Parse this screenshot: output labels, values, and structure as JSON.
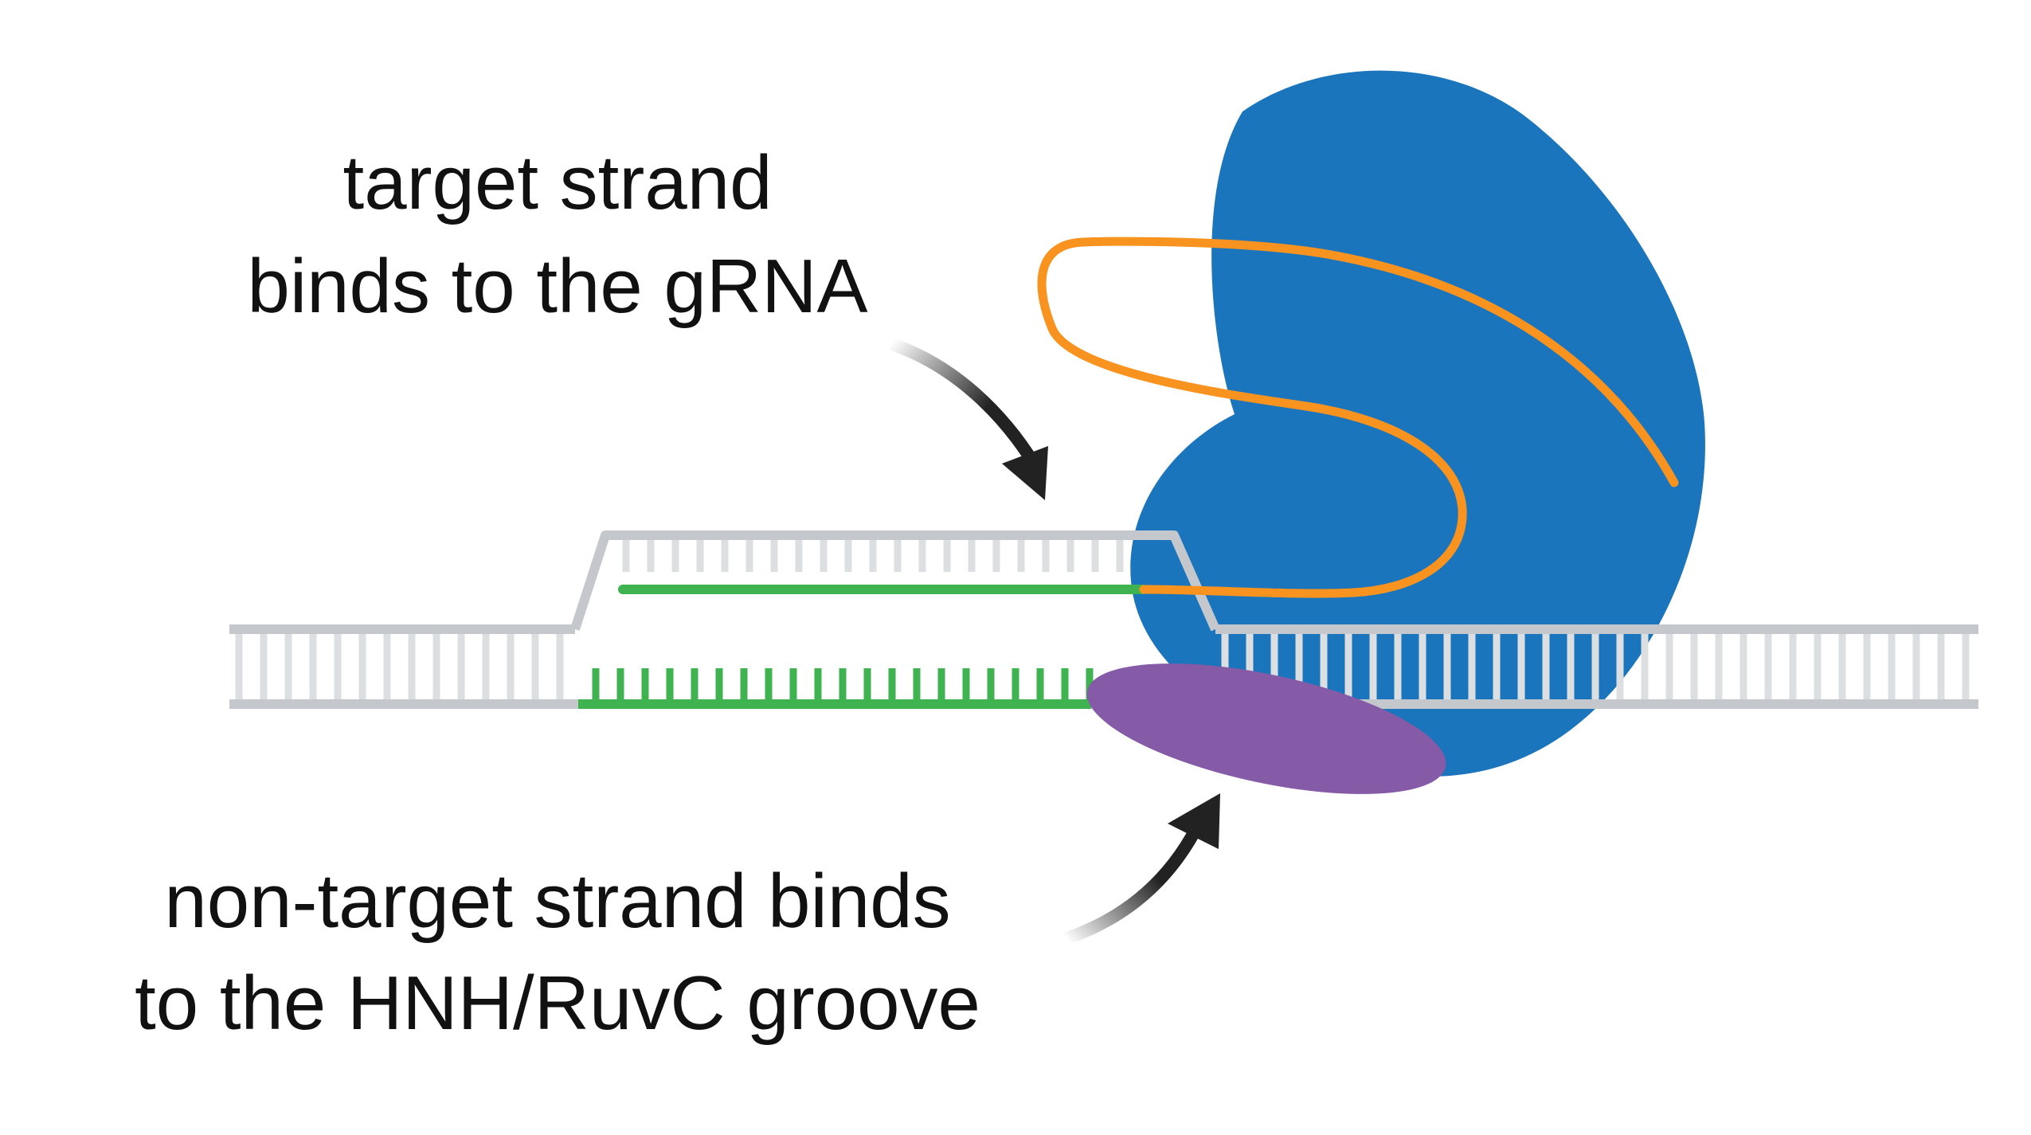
{
  "labels": {
    "top_line1": "target strand",
    "top_line2": "binds to the gRNA",
    "bottom_line1": "non-target strand binds",
    "bottom_line2": "to the HNH/RuvC groove"
  },
  "colors": {
    "protein_blue": "#1b75bc",
    "hnh_ruvc_purple": "#855ba7",
    "grna_orange": "#f7931e",
    "dna_strand_gray": "#c4c8cc",
    "dna_rung_gray": "#dcdfe2",
    "hybridized_green": "#3fb34f",
    "arrow_dark": "#222222"
  },
  "icons": {
    "top_arrow": "curved-arrow-down-right",
    "bottom_arrow": "curved-arrow-up-right"
  }
}
